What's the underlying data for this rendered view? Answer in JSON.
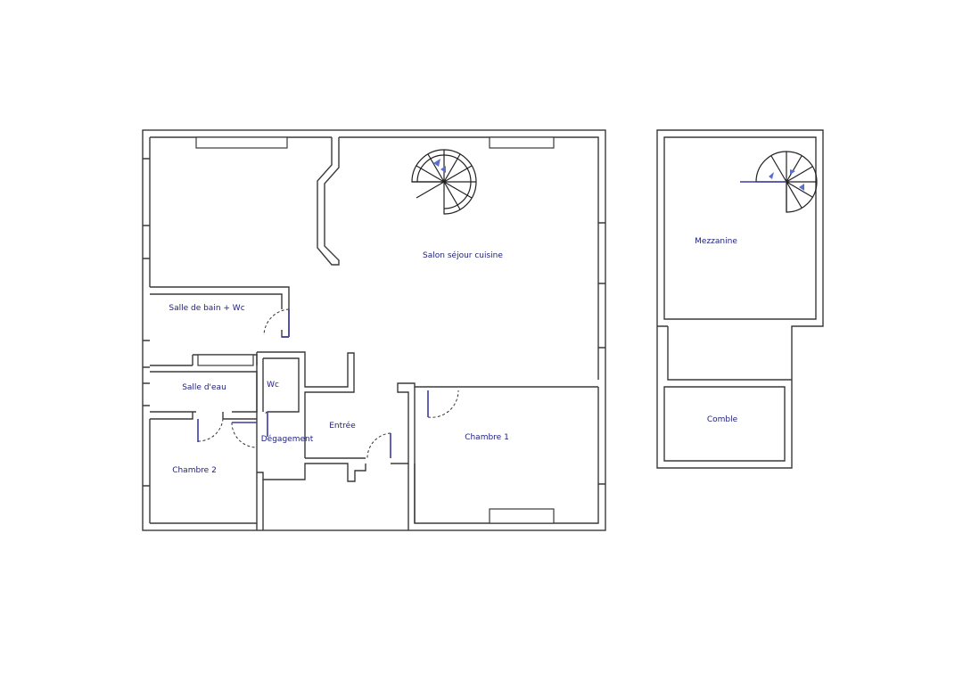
{
  "floor_plan": {
    "rooms": [
      {
        "id": "salon",
        "label": "Salon séjour cuisine"
      },
      {
        "id": "sdb",
        "label": "Salle de bain + Wc"
      },
      {
        "id": "sde",
        "label": "Salle d'eau"
      },
      {
        "id": "wc",
        "label": "Wc"
      },
      {
        "id": "entree",
        "label": "Entrée"
      },
      {
        "id": "degagement",
        "label": "Dégagement"
      },
      {
        "id": "chambre1",
        "label": "Chambre 1"
      },
      {
        "id": "chambre2",
        "label": "Chambre 2"
      },
      {
        "id": "mezzanine",
        "label": "Mezzanine"
      },
      {
        "id": "comble",
        "label": "Comble"
      }
    ],
    "colors": {
      "walls": "#3a3a3a",
      "labels": "#1d1d7a",
      "door_leaf": "#3b3ba8",
      "stair_arrows": "#5b6fd0"
    }
  }
}
